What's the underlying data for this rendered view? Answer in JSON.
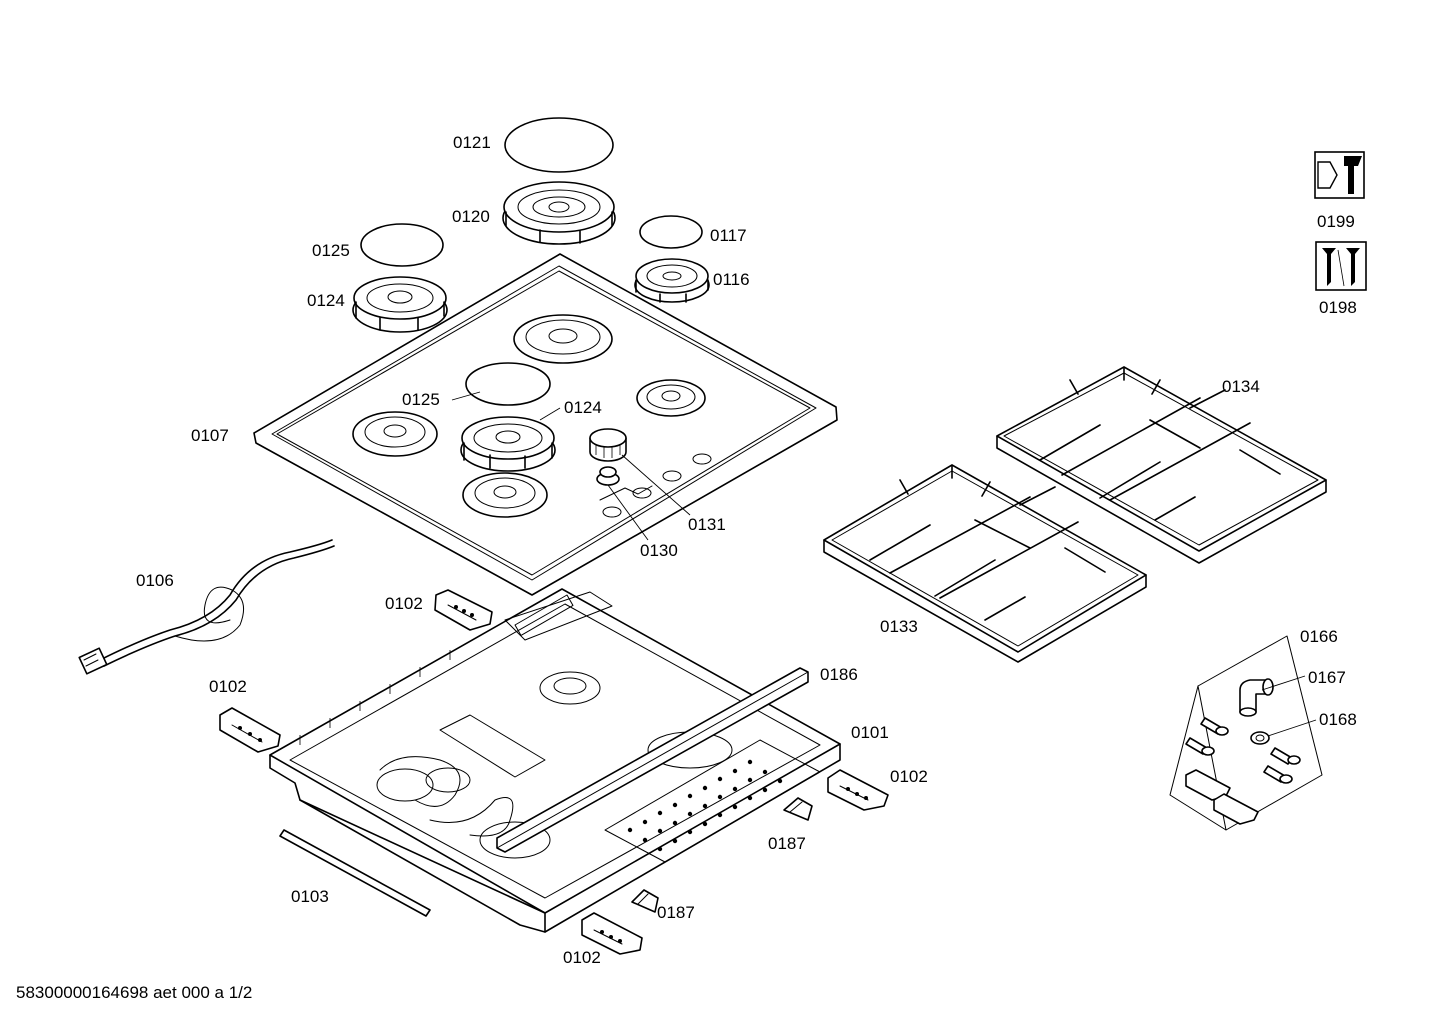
{
  "callouts": [
    {
      "id": "0121",
      "text": "0121"
    },
    {
      "id": "0120",
      "text": "0120"
    },
    {
      "id": "0117",
      "text": "0117"
    },
    {
      "id": "0116",
      "text": "0116"
    },
    {
      "id": "0125a",
      "text": "0125"
    },
    {
      "id": "0124a",
      "text": "0124"
    },
    {
      "id": "0125b",
      "text": "0125"
    },
    {
      "id": "0124b",
      "text": "0124"
    },
    {
      "id": "0107",
      "text": "0107"
    },
    {
      "id": "0131",
      "text": "0131"
    },
    {
      "id": "0130",
      "text": "0130"
    },
    {
      "id": "0199",
      "text": "0199"
    },
    {
      "id": "0198",
      "text": "0198"
    },
    {
      "id": "0134",
      "text": "0134"
    },
    {
      "id": "0133",
      "text": "0133"
    },
    {
      "id": "0106",
      "text": "0106"
    },
    {
      "id": "0102a",
      "text": "0102"
    },
    {
      "id": "0102b",
      "text": "0102"
    },
    {
      "id": "0102c",
      "text": "0102"
    },
    {
      "id": "0102d",
      "text": "0102"
    },
    {
      "id": "0186",
      "text": "0186"
    },
    {
      "id": "0101",
      "text": "0101"
    },
    {
      "id": "0187a",
      "text": "0187"
    },
    {
      "id": "0187b",
      "text": "0187"
    },
    {
      "id": "0103",
      "text": "0103"
    },
    {
      "id": "0166",
      "text": "0166"
    },
    {
      "id": "0167",
      "text": "0167"
    },
    {
      "id": "0168",
      "text": "0168"
    }
  ],
  "footer": {
    "text": "58300000164698 aet 000 a 1/2"
  },
  "icons": {
    "service": "wrench-nut-icon",
    "fasteners": "screws-icon"
  }
}
